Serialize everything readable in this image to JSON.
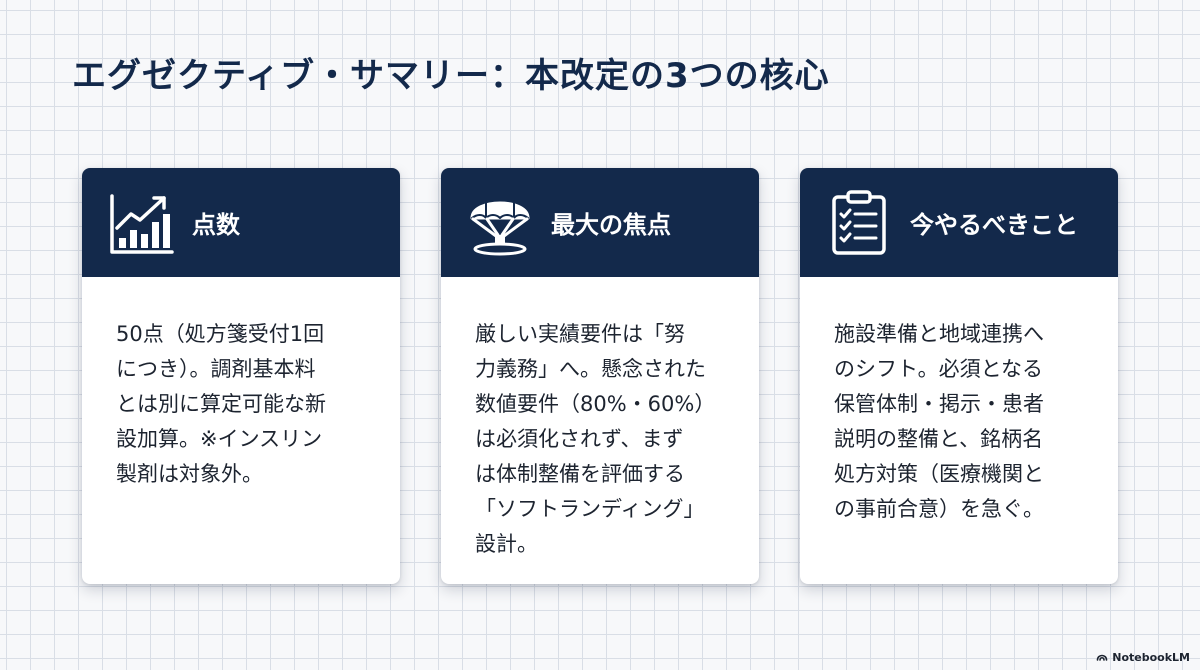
{
  "title": "エグゼクティブ・サマリー：本改定の3つの核心",
  "cards": [
    {
      "icon": "growth-chart-icon",
      "heading": "点数",
      "lines": [
        "50点（処方箋受付1回",
        "につき）。調剤基本料",
        "とは別に算定可能な新",
        "設加算。※インスリン",
        "製剤は対象外。"
      ]
    },
    {
      "icon": "parachute-icon",
      "heading": "最大の焦点",
      "lines": [
        "厳しい実績要件は「努",
        "力義務」へ。懸念された",
        "数値要件（80%・60%）",
        "は必須化されず、まず",
        "は体制整備を評価する",
        "「ソフトランディング」",
        "設計。"
      ]
    },
    {
      "icon": "clipboard-checklist-icon",
      "heading": "今やるべきこと",
      "lines": [
        "施設準備と地域連携へ",
        "のシフト。必須となる",
        "保管体制・掲示・患者",
        "説明の整備と、銘柄名",
        "処方対策（医療機関と",
        "の事前合意）を急ぐ。"
      ]
    }
  ],
  "badge": {
    "label": "NotebookLM",
    "icon": "notebooklm-logo-icon"
  },
  "colors": {
    "navy": "#13294b",
    "background": "#f7f8fa",
    "grid": "#d9dee6"
  }
}
